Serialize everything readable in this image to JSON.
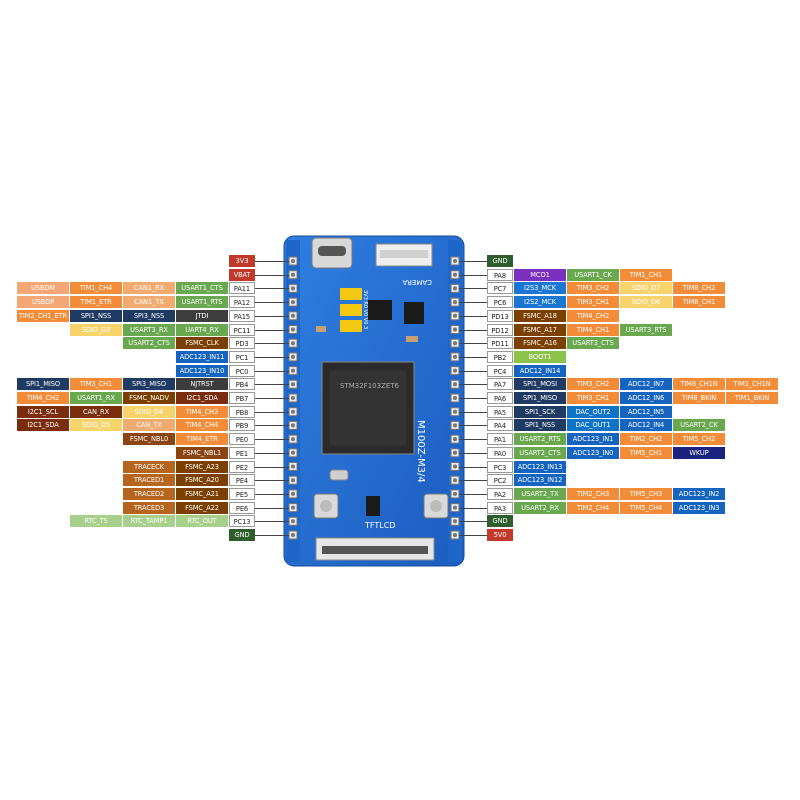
{
  "colors": {
    "pin": "#ffffff",
    "power": "#c0392b",
    "gnd": "#2e5e2e",
    "timer": "#f28c38",
    "can": "#f2ab6f",
    "usb": "#f4a774",
    "usart": "#6aa84f",
    "spi": "#1f3a63",
    "i2c": "#7a2e0e",
    "fsmc": "#7b3f00",
    "adc": "#1565c0",
    "sdio": "#f6d36b",
    "jtag": "#3d3d3d",
    "i2s": "#1976d2",
    "dac": "#0f74c7",
    "boot": "#8bc34a",
    "rtc": "#a8d08d",
    "trace": "#b5651d",
    "mco": "#7b2fbe",
    "wkup": "#1a237e",
    "nbl": "#8b4513"
  },
  "board": {
    "silk_camera": "CAMERA",
    "silk_model": "M100Z-M3/4",
    "silk_tft": "TFTLCD",
    "silk_rm": "3V3 R0 V0 V0 3",
    "chip_text": "STM32F103ZET6"
  },
  "left_rows": [
    {
      "pin": "3V3",
      "labels": [],
      "kind": "power"
    },
    {
      "pin": "VBAT",
      "labels": [],
      "kind": "power"
    },
    {
      "pin": "PA11",
      "labels": [
        {
          "t": "USBDM",
          "c": "usb"
        },
        {
          "t": "TIM1_CH4",
          "c": "timer"
        },
        {
          "t": "CAN1_RX",
          "c": "can"
        },
        {
          "t": "USART1_CTS",
          "c": "usart"
        }
      ]
    },
    {
      "pin": "PA12",
      "labels": [
        {
          "t": "USBDP",
          "c": "usb"
        },
        {
          "t": "TIM1_ETR",
          "c": "timer"
        },
        {
          "t": "CAN1_TX",
          "c": "can"
        },
        {
          "t": "USART1_RTS",
          "c": "usart"
        }
      ]
    },
    {
      "pin": "PA15",
      "labels": [
        {
          "t": "TIM2_CH1_ETR",
          "c": "timer"
        },
        {
          "t": "SPI1_NSS",
          "c": "spi"
        },
        {
          "t": "SPI3_NSS",
          "c": "spi"
        },
        {
          "t": "JTDI",
          "c": "jtag"
        }
      ]
    },
    {
      "pin": "PC11",
      "labels": [
        {
          "t": "SDIO_D3",
          "c": "sdio"
        },
        {
          "t": "USART3_RX",
          "c": "usart"
        },
        {
          "t": "UART4_RX",
          "c": "usart"
        }
      ]
    },
    {
      "pin": "PD3",
      "labels": [
        {
          "t": "USART2_CTS",
          "c": "usart"
        },
        {
          "t": "FSMC_CLK",
          "c": "fsmc"
        }
      ]
    },
    {
      "pin": "PC1",
      "labels": [
        {
          "t": "ADC123_IN11",
          "c": "adc"
        }
      ]
    },
    {
      "pin": "PC0",
      "labels": [
        {
          "t": "ADC123_IN10",
          "c": "adc"
        }
      ]
    },
    {
      "pin": "PB4",
      "labels": [
        {
          "t": "SPI1_MISO",
          "c": "spi"
        },
        {
          "t": "TIM3_CH1",
          "c": "timer"
        },
        {
          "t": "SPI3_MISO",
          "c": "spi"
        },
        {
          "t": "NJTRST",
          "c": "jtag"
        }
      ]
    },
    {
      "pin": "PB7",
      "labels": [
        {
          "t": "TIM4_CH2",
          "c": "timer"
        },
        {
          "t": "USART1_RX",
          "c": "usart"
        },
        {
          "t": "FSMC_NADV",
          "c": "fsmc"
        },
        {
          "t": "I2C1_SDA",
          "c": "i2c"
        }
      ]
    },
    {
      "pin": "PB8",
      "labels": [
        {
          "t": "I2C1_SCL",
          "c": "i2c"
        },
        {
          "t": "CAN_RX",
          "c": "i2c"
        },
        {
          "t": "SDIO_D4",
          "c": "sdio"
        },
        {
          "t": "TIM4_CH3",
          "c": "timer"
        }
      ]
    },
    {
      "pin": "PB9",
      "labels": [
        {
          "t": "I2C1_SDA",
          "c": "i2c"
        },
        {
          "t": "SDIO_D5",
          "c": "sdio"
        },
        {
          "t": "CAN_TX",
          "c": "can"
        },
        {
          "t": "TIM4_CH4",
          "c": "timer"
        }
      ]
    },
    {
      "pin": "PE0",
      "labels": [
        {
          "t": "FSMC_NBL0",
          "c": "nbl"
        },
        {
          "t": "TIM4_ETR",
          "c": "timer"
        }
      ]
    },
    {
      "pin": "PE1",
      "labels": [
        {
          "t": "FSMC_NBL1",
          "c": "nbl"
        }
      ]
    },
    {
      "pin": "PE2",
      "labels": [
        {
          "t": "TRACECK",
          "c": "trace"
        },
        {
          "t": "FSMC_A23",
          "c": "fsmc"
        }
      ]
    },
    {
      "pin": "PE4",
      "labels": [
        {
          "t": "TRACED1",
          "c": "trace"
        },
        {
          "t": "FSMC_A20",
          "c": "fsmc"
        }
      ]
    },
    {
      "pin": "PE5",
      "labels": [
        {
          "t": "TRACED2",
          "c": "trace"
        },
        {
          "t": "FSMC_A21",
          "c": "fsmc"
        }
      ]
    },
    {
      "pin": "PE6",
      "labels": [
        {
          "t": "TRACED3",
          "c": "trace"
        },
        {
          "t": "FSMC_A22",
          "c": "fsmc"
        }
      ]
    },
    {
      "pin": "PC13",
      "labels": [
        {
          "t": "RTC_TS",
          "c": "rtc"
        },
        {
          "t": "RTC_TAMP1",
          "c": "rtc"
        },
        {
          "t": "RTC_OUT",
          "c": "rtc"
        }
      ]
    },
    {
      "pin": "GND",
      "labels": [],
      "kind": "gnd"
    }
  ],
  "right_rows": [
    {
      "pin": "GND",
      "labels": [],
      "kind": "gnd"
    },
    {
      "pin": "PA8",
      "labels": [
        {
          "t": "MCO1",
          "c": "mco"
        },
        {
          "t": "USART1_CK",
          "c": "usart"
        },
        {
          "t": "TIM1_CH1",
          "c": "timer"
        }
      ]
    },
    {
      "pin": "PC7",
      "labels": [
        {
          "t": "I2S3_MCK",
          "c": "i2s"
        },
        {
          "t": "TIM3_CH2",
          "c": "timer"
        },
        {
          "t": "SDIO_D7",
          "c": "sdio"
        },
        {
          "t": "TIM8_CH2",
          "c": "timer"
        }
      ]
    },
    {
      "pin": "PC6",
      "labels": [
        {
          "t": "I2S2_MCK",
          "c": "i2s"
        },
        {
          "t": "TIM3_CH1",
          "c": "timer"
        },
        {
          "t": "SDIO_D6",
          "c": "sdio"
        },
        {
          "t": "TIM8_CH1",
          "c": "timer"
        }
      ]
    },
    {
      "pin": "PD13",
      "labels": [
        {
          "t": "FSMC_A18",
          "c": "fsmc"
        },
        {
          "t": "TIM4_CH2",
          "c": "timer"
        }
      ]
    },
    {
      "pin": "PD12",
      "labels": [
        {
          "t": "FSMC_A17",
          "c": "fsmc"
        },
        {
          "t": "TIM4_CH1",
          "c": "timer"
        },
        {
          "t": "USART3_RTS",
          "c": "usart"
        }
      ]
    },
    {
      "pin": "PD11",
      "labels": [
        {
          "t": "FSMC_A16",
          "c": "fsmc"
        },
        {
          "t": "USART3_CTS",
          "c": "usart"
        }
      ]
    },
    {
      "pin": "PB2",
      "labels": [
        {
          "t": "BOOT1",
          "c": "boot"
        }
      ]
    },
    {
      "pin": "PC4",
      "labels": [
        {
          "t": "ADC12_IN14",
          "c": "adc"
        }
      ]
    },
    {
      "pin": "PA7",
      "labels": [
        {
          "t": "SPI1_MOSI",
          "c": "spi"
        },
        {
          "t": "TIM3_CH2",
          "c": "timer"
        },
        {
          "t": "ADC12_IN7",
          "c": "adc"
        },
        {
          "t": "TIM8_CH1N",
          "c": "timer"
        },
        {
          "t": "TIM1_CH1N",
          "c": "timer"
        }
      ]
    },
    {
      "pin": "PA6",
      "labels": [
        {
          "t": "SPI1_MISO",
          "c": "spi"
        },
        {
          "t": "TIM3_CH1",
          "c": "timer"
        },
        {
          "t": "ADC12_IN6",
          "c": "adc"
        },
        {
          "t": "TIM8_BKIN",
          "c": "timer"
        },
        {
          "t": "TIM1_BKIN",
          "c": "timer"
        }
      ]
    },
    {
      "pin": "PA5",
      "labels": [
        {
          "t": "SPI1_SCK",
          "c": "spi"
        },
        {
          "t": "DAC_OUT2",
          "c": "dac"
        },
        {
          "t": "ADC12_IN5",
          "c": "adc"
        }
      ]
    },
    {
      "pin": "PA4",
      "labels": [
        {
          "t": "SPI1_NSS",
          "c": "spi"
        },
        {
          "t": "DAC_OUT1",
          "c": "dac"
        },
        {
          "t": "ADC12_IN4",
          "c": "adc"
        },
        {
          "t": "USART2_CK",
          "c": "usart"
        }
      ]
    },
    {
      "pin": "PA1",
      "labels": [
        {
          "t": "USART2_RTS",
          "c": "usart"
        },
        {
          "t": "ADC123_IN1",
          "c": "adc"
        },
        {
          "t": "TIM2_CH2",
          "c": "timer"
        },
        {
          "t": "TIM5_CH2",
          "c": "timer"
        }
      ]
    },
    {
      "pin": "PA0",
      "labels": [
        {
          "t": "USART2_CTS",
          "c": "usart"
        },
        {
          "t": "ADC123_IN0",
          "c": "adc"
        },
        {
          "t": "TIM5_CH1",
          "c": "timer"
        },
        {
          "t": "WKUP",
          "c": "wkup"
        }
      ]
    },
    {
      "pin": "PC3",
      "labels": [
        {
          "t": "ADC123_IN13",
          "c": "adc"
        }
      ]
    },
    {
      "pin": "PC2",
      "labels": [
        {
          "t": "ADC123_IN12",
          "c": "adc"
        }
      ]
    },
    {
      "pin": "PA2",
      "labels": [
        {
          "t": "USART2_TX",
          "c": "usart"
        },
        {
          "t": "TIM2_CH3",
          "c": "timer"
        },
        {
          "t": "TIM5_CH3",
          "c": "timer"
        },
        {
          "t": "ADC123_IN2",
          "c": "adc"
        }
      ]
    },
    {
      "pin": "PA3",
      "labels": [
        {
          "t": "USART2_RX",
          "c": "usart"
        },
        {
          "t": "TIM2_CH4",
          "c": "timer"
        },
        {
          "t": "TIM5_CH4",
          "c": "timer"
        },
        {
          "t": "ADC123_IN3",
          "c": "adc"
        }
      ]
    },
    {
      "pin": "GND",
      "labels": [],
      "kind": "gnd"
    },
    {
      "pin": "5V0",
      "labels": [],
      "kind": "power"
    }
  ]
}
